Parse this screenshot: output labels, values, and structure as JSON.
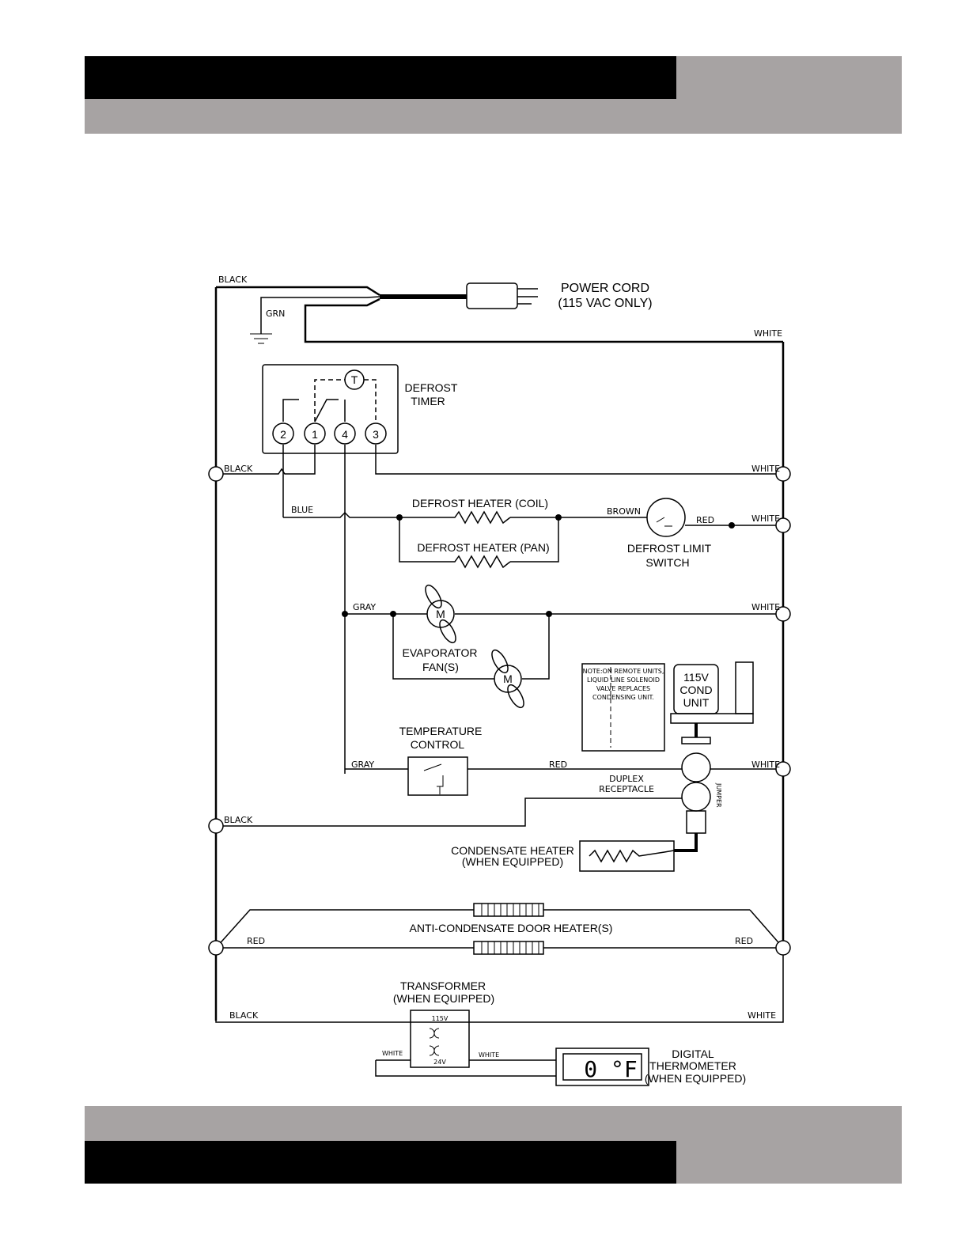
{
  "header": {
    "left_color": "#000000",
    "right_color": "#a7a3a3",
    "bottom_color": "#a7a3a3"
  },
  "footer": {
    "left_color": "#000000",
    "top_color": "#a7a3a3"
  },
  "labels": {
    "power_cord": "POWER CORD",
    "power_cord_sub": "(115 VAC ONLY)",
    "defrost_timer_1": "DEFROST",
    "defrost_timer_2": "TIMER",
    "timer_t": "T",
    "term_2": "2",
    "term_1": "1",
    "term_4": "4",
    "term_3": "3",
    "heater_coil": "DEFROST HEATER (COIL)",
    "heater_pan": "DEFROST HEATER (PAN)",
    "limit_switch_1": "DEFROST LIMIT",
    "limit_switch_2": "SWITCH",
    "evap_fan_1": "EVAPORATOR",
    "evap_fan_2": "FAN(S)",
    "motor_m": "M",
    "note_1": "NOTE:ON REMOTE UNITS,",
    "note_2": "LIQUID LINE SOLENOID",
    "note_3": "VALVE REPLACES",
    "note_4": "CONDENSING UNIT.",
    "cond_unit_1": "115V",
    "cond_unit_2": "COND",
    "cond_unit_3": "UNIT",
    "temp_control_1": "TEMPERATURE",
    "temp_control_2": "CONTROL",
    "duplex_1": "DUPLEX",
    "duplex_2": "RECEPTACLE",
    "jumper": "JUMPER",
    "cond_heater_1": "CONDENSATE HEATER",
    "cond_heater_2": "(WHEN EQUIPPED)",
    "door_heater": "ANTI-CONDENSATE DOOR HEATER(S)",
    "transformer_1": "TRANSFORMER",
    "transformer_2": "(WHEN EQUIPPED)",
    "xfmr_115": "115V",
    "xfmr_24": "24V",
    "thermo_1": "DIGITAL",
    "thermo_2": "THERMOMETER",
    "thermo_3": "(WHEN EQUIPPED)",
    "thermo_display": "0 °F"
  },
  "wires": {
    "black": "BLACK",
    "grn": "GRN",
    "white": "WHITE",
    "blue": "BLUE",
    "brown": "BROWN",
    "red": "RED",
    "gray": "GRAY"
  }
}
